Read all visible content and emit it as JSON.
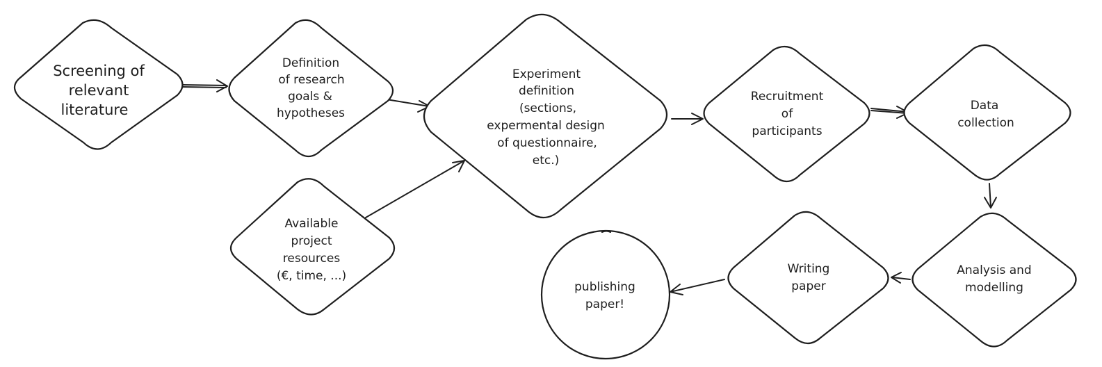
{
  "diagram": {
    "nodes": [
      {
        "id": "screening",
        "shape": "diamond",
        "lines": [
          "Screening of",
          "relevant",
          "literature"
        ]
      },
      {
        "id": "definition",
        "shape": "diamond",
        "lines": [
          "Definition",
          "of research",
          "goals &",
          "hypotheses"
        ]
      },
      {
        "id": "resources",
        "shape": "diamond",
        "lines": [
          "Available",
          "project",
          "resources",
          "(€, time, ...)"
        ]
      },
      {
        "id": "experiment",
        "shape": "diamond",
        "lines": [
          "Experiment",
          "definition",
          "(sections,",
          "expermental design",
          "of questionnaire,",
          "etc.)"
        ]
      },
      {
        "id": "recruitment",
        "shape": "diamond",
        "lines": [
          "Recruitment",
          "of",
          "participants"
        ]
      },
      {
        "id": "data",
        "shape": "diamond",
        "lines": [
          "Data",
          "collection"
        ]
      },
      {
        "id": "analysis",
        "shape": "diamond",
        "lines": [
          "Analysis and",
          "modelling"
        ]
      },
      {
        "id": "writing",
        "shape": "diamond",
        "lines": [
          "Writing",
          "paper"
        ]
      },
      {
        "id": "publishing",
        "shape": "circle",
        "lines": [
          "publishing",
          "paper!"
        ]
      }
    ],
    "edges": [
      {
        "from": "screening",
        "to": "definition"
      },
      {
        "from": "definition",
        "to": "experiment"
      },
      {
        "from": "resources",
        "to": "experiment"
      },
      {
        "from": "experiment",
        "to": "recruitment"
      },
      {
        "from": "recruitment",
        "to": "data"
      },
      {
        "from": "data",
        "to": "analysis"
      },
      {
        "from": "analysis",
        "to": "writing"
      },
      {
        "from": "writing",
        "to": "publishing"
      }
    ]
  }
}
